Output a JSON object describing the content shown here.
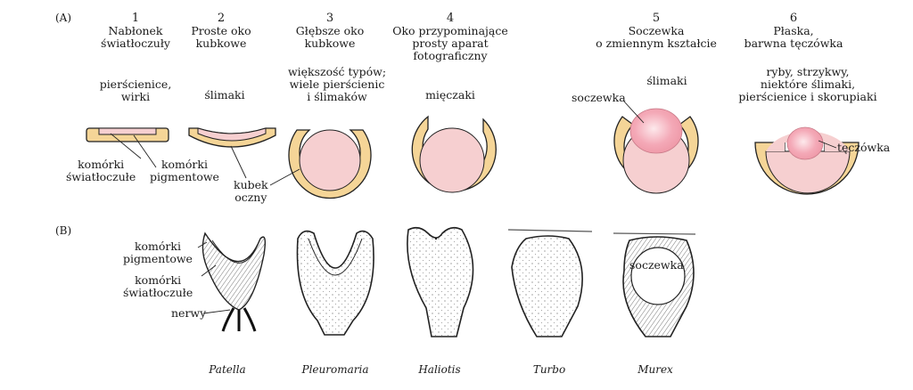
{
  "panels": {
    "a": "(A)",
    "b": "(B)"
  },
  "stages": [
    {
      "num": "1",
      "title": "Nabłonek\nświatłoczuły",
      "groups": "pierścienice,\nwirki"
    },
    {
      "num": "2",
      "title": "Proste oko\nkubkowe",
      "groups": "ślimaki"
    },
    {
      "num": "3",
      "title": "Głębsze oko\nkubkowe",
      "groups": "większość typów;\nwiele pierścienic\ni ślimaków"
    },
    {
      "num": "4",
      "title": "Oko przypominające\nprosty aparat\nfotograficzny",
      "groups": "mięczaki"
    },
    {
      "num": "5",
      "title": "Soczewka\no zmiennym kształcie",
      "groups": "ślimaki"
    },
    {
      "num": "6",
      "title": "Płaska,\nbarwna tęczówka",
      "groups": "ryby, strzykwy,\nniektóre ślimaki,\npierścienice i skorupiaki"
    }
  ],
  "labels_a": {
    "photoreceptor_cells": "komórki\nświatłoczułe",
    "pigment_cells": "komórki\npigmentowe",
    "eye_cup": "kubek\noczny",
    "lens": "soczewka",
    "iris": "tęczówka"
  },
  "labels_b": {
    "pigment_cells": "komórki\npigmentowe",
    "photoreceptor_cells": "komórki\nświatłoczułe",
    "nerves": "nerwy",
    "lens": "soczewka"
  },
  "species": [
    "Patella",
    "Pleuromaria",
    "Haliotis",
    "Turbo",
    "Murex"
  ],
  "colors": {
    "pigment": "#f5d597",
    "retina": "#f6cfd0",
    "lens": "#f3a9b6",
    "outline": "#222222"
  }
}
